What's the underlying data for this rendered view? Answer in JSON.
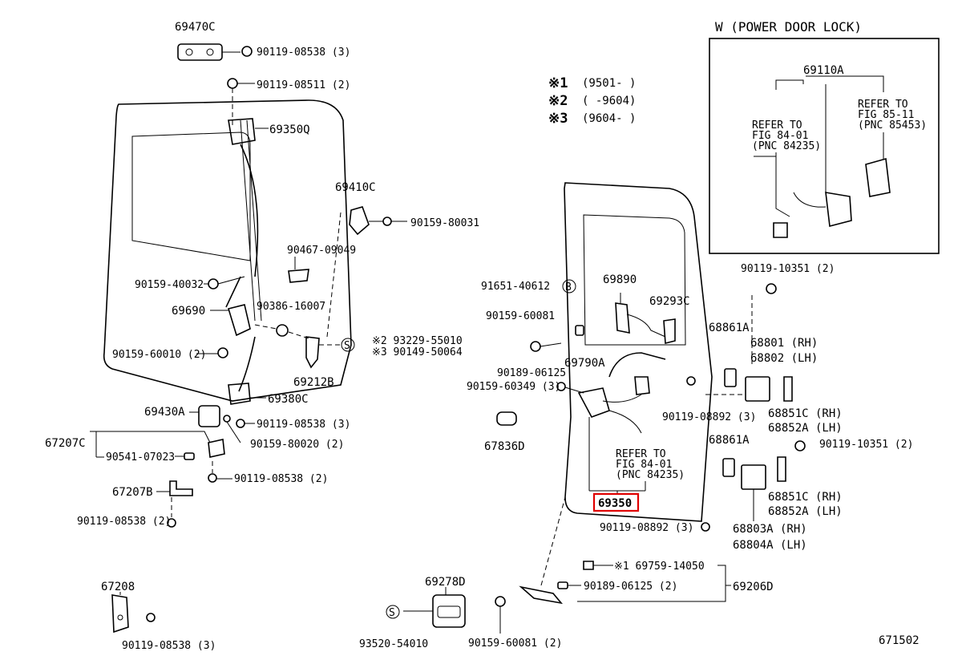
{
  "diagram": {
    "inset_title": "W (POWER DOOR LOCK)",
    "inset_parts": [
      {
        "id": "inset-69110a",
        "text": "69110A"
      },
      {
        "id": "inset-ref1-l1",
        "text": "REFER TO"
      },
      {
        "id": "inset-ref1-l2",
        "text": "FIG 84-01"
      },
      {
        "id": "inset-ref1-l3",
        "text": "(PNC 84235)"
      },
      {
        "id": "inset-ref2-l1",
        "text": "REFER TO"
      },
      {
        "id": "inset-ref2-l2",
        "text": "FIG 85-11"
      },
      {
        "id": "inset-ref2-l3",
        "text": "(PNC 85453)"
      }
    ],
    "legend": [
      {
        "mark": "※1",
        "range": "(9501-      )"
      },
      {
        "mark": "※2",
        "range": "(      -9604)"
      },
      {
        "mark": "※3",
        "range": "(9604-      )"
      }
    ],
    "labels": {
      "l69470c": "69470C",
      "l90119_08538_top": "90119-08538 (3)",
      "l90119_08511": "90119-08511 (2)",
      "l69350q": "69350Q",
      "l69410c": "69410C",
      "l90159_80031": "90159-80031",
      "l90467_09049": "90467-09049",
      "l90159_40032": "90159-40032",
      "l69690": "69690",
      "l90386_16007": "90386-16007",
      "l93229_55010": "※2 93229-55010",
      "l90149_50064": "※3 90149-50064",
      "l90159_60010": "90159-60010 (2)",
      "l69212b": "69212B",
      "l69380c": "69380C",
      "l69430a": "69430A",
      "l90119_08538_mid": "90119-08538 (3)",
      "l67207c": "67207C",
      "l90159_80020": "90159-80020 (2)",
      "l90541_07023": "90541-07023",
      "l90119_08538_b2": "90119-08538 (2)",
      "l67207b": "67207B",
      "l90119_08538_left": "90119-08538 (2)",
      "l67208": "67208",
      "l90119_08538_bot": "90119-08538 (3)",
      "l69278d": "69278D",
      "l93520_54010": "93520-54010",
      "l90159_60081_bot": "90159-60081 (2)",
      "l671502": "671502",
      "l91651_40612": "91651-40612",
      "l69890": "69890",
      "l69293c": "69293C",
      "l90159_60081": "90159-60081",
      "l90189_06125": "90189-06125",
      "l69790a": "69790A",
      "l90159_60349": "90159-60349 (3)",
      "l67836d": "67836D",
      "l90119_10351_top": "90119-10351 (2)",
      "l68861a_top": "68861A",
      "l68801": "68801 (RH)",
      "l68802": "68802 (LH)",
      "l90119_08892_mid": "90119-08892 (3)",
      "l68851c_top": "68851C (RH)",
      "l68852a_top": "68852A (LH)",
      "l68861a_bot": "68861A",
      "l90119_10351_bot": "90119-10351 (2)",
      "l68851c_bot": "68851C (RH)",
      "l68852a_bot": "68852A (LH)",
      "l68803a": "68803A   (RH)",
      "l68804a": "68804A   (LH)",
      "l90119_08892_bot": "90119-08892 (3)",
      "l69759_14050": "※1  69759-14050",
      "l90189_06125_bot": "90189-06125 (2)",
      "l69206d": "69206D",
      "ref_l1": "REFER TO",
      "ref_l2": "FIG 84-01",
      "ref_l3": "(PNC 84235)",
      "highlight": "69350",
      "circle_b": "B",
      "circle_s1": "S",
      "circle_s2": "S"
    }
  }
}
